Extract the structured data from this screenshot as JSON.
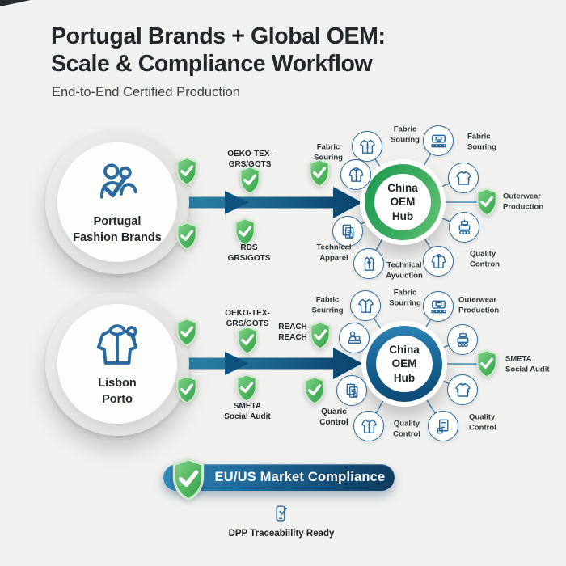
{
  "header": {
    "title": "Portugal Brands + Global OEM:\nScale & Compliance Workflow",
    "subtitle": "End-to-End Certified Production"
  },
  "colors": {
    "background": "#f1f1ef",
    "ink": "#22272b",
    "line_blue": "#2b6a9e",
    "arrow_blue_light": "#2e86ab",
    "arrow_blue_dark": "#0c4a74",
    "shield_green_light": "#7ed487",
    "shield_green_dark": "#2f9e44",
    "hub_ring_green": "#2f9e4f",
    "hub_ring_blue": "#15608f",
    "badge_blue": "#1c618f"
  },
  "flows": [
    {
      "source_label": "Portugal\nFashion Brands",
      "source_icon": "people-check-icon",
      "cert_top": "OEKO-TEX-\nGRS/GOTS",
      "cert_bottom": "RDS\nGRS/GOTS",
      "hub_label": "China\nOEM\nHub",
      "sat_icons": [
        "tshirt-icon",
        "sewing-machine-icon",
        "sweater-icon",
        "machine-cart-icon",
        "jacket-icon",
        "hanger-shirt-icon",
        "documents-icon",
        "jacket-icon"
      ],
      "labels": [
        "Fabric\nSouring",
        "Fabric\nSouring",
        "Fabric\nSouring",
        "Outerwear\nProduction",
        "Quality\nContron",
        "Technical\nAyvuction",
        "Technical\nApparel"
      ]
    },
    {
      "source_label": "Lisbon\nPorto",
      "source_icon": "hooded-jacket-icon",
      "cert_top": "OEKO-TEX-\nGRS/GOTS",
      "cert_mid": "REACH\nREACH",
      "cert_bottom": "SMETA\nSocial Audit",
      "cert_left2": "Quaric\nControl",
      "hub_label": "China\nOEM\nHub",
      "sat_icons": [
        "tshirt-icon",
        "sewing-machine-icon",
        "tailor-icon",
        "machine-cart-icon",
        "sweater-icon",
        "clipboard-icon",
        "tshirt-icon",
        "documents-icon"
      ],
      "labels": [
        "Fabric\nScurring",
        "Fabric\nSourring",
        "Outerwear\nProduction",
        "SMETA\nSocial Audit",
        "Quality\nControl",
        "Quality\nControl"
      ]
    }
  ],
  "footer": {
    "badge_label": "EU/US Market Compliance",
    "badge_icon": "shield-check-icon",
    "note_label": "DPP Traceabiility Ready",
    "note_icon": "phone-check-icon"
  },
  "icons": {
    "shield": "shield-check-icon"
  }
}
